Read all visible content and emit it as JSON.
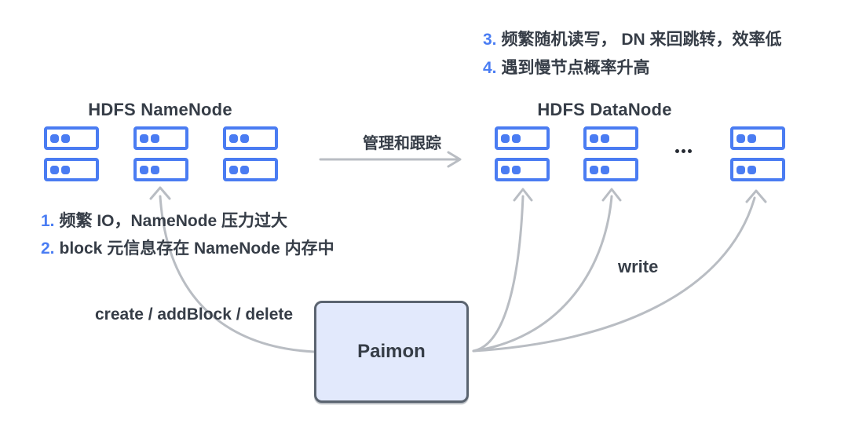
{
  "diagram_title": "Paimon on HDFS interaction diagram",
  "colors": {
    "accent_blue": "#4a7df3",
    "server_blue": "#4a7cf2",
    "text_dark": "#363d47",
    "arrow_gray": "#b9bdc3",
    "paimon_fill": "#e2e9fc",
    "paimon_border": "#5b6470",
    "background": "#ffffff"
  },
  "namenode": {
    "title": "HDFS NameNode",
    "server_count": 6
  },
  "datanode": {
    "title": "HDFS DataNode",
    "server_count": 6,
    "ellipsis": "..."
  },
  "annotations": {
    "left": [
      {
        "num": "1.",
        "text": "频繁 IO，NameNode 压力过大"
      },
      {
        "num": "2.",
        "text": "block 元信息存在 NameNode 内存中"
      }
    ],
    "top_right": [
      {
        "num": "3.",
        "text": "频繁随机读写， DN 来回跳转，效率低"
      },
      {
        "num": "4.",
        "text": "遇到慢节点概率升高"
      }
    ]
  },
  "edges": {
    "manage_label": "管理和跟踪",
    "create_label": "create / addBlock / delete",
    "write_label": "write"
  },
  "paimon": {
    "label": "Paimon"
  },
  "icons": [
    "server-icon",
    "arrow-right-icon",
    "arrow-up-icon"
  ]
}
